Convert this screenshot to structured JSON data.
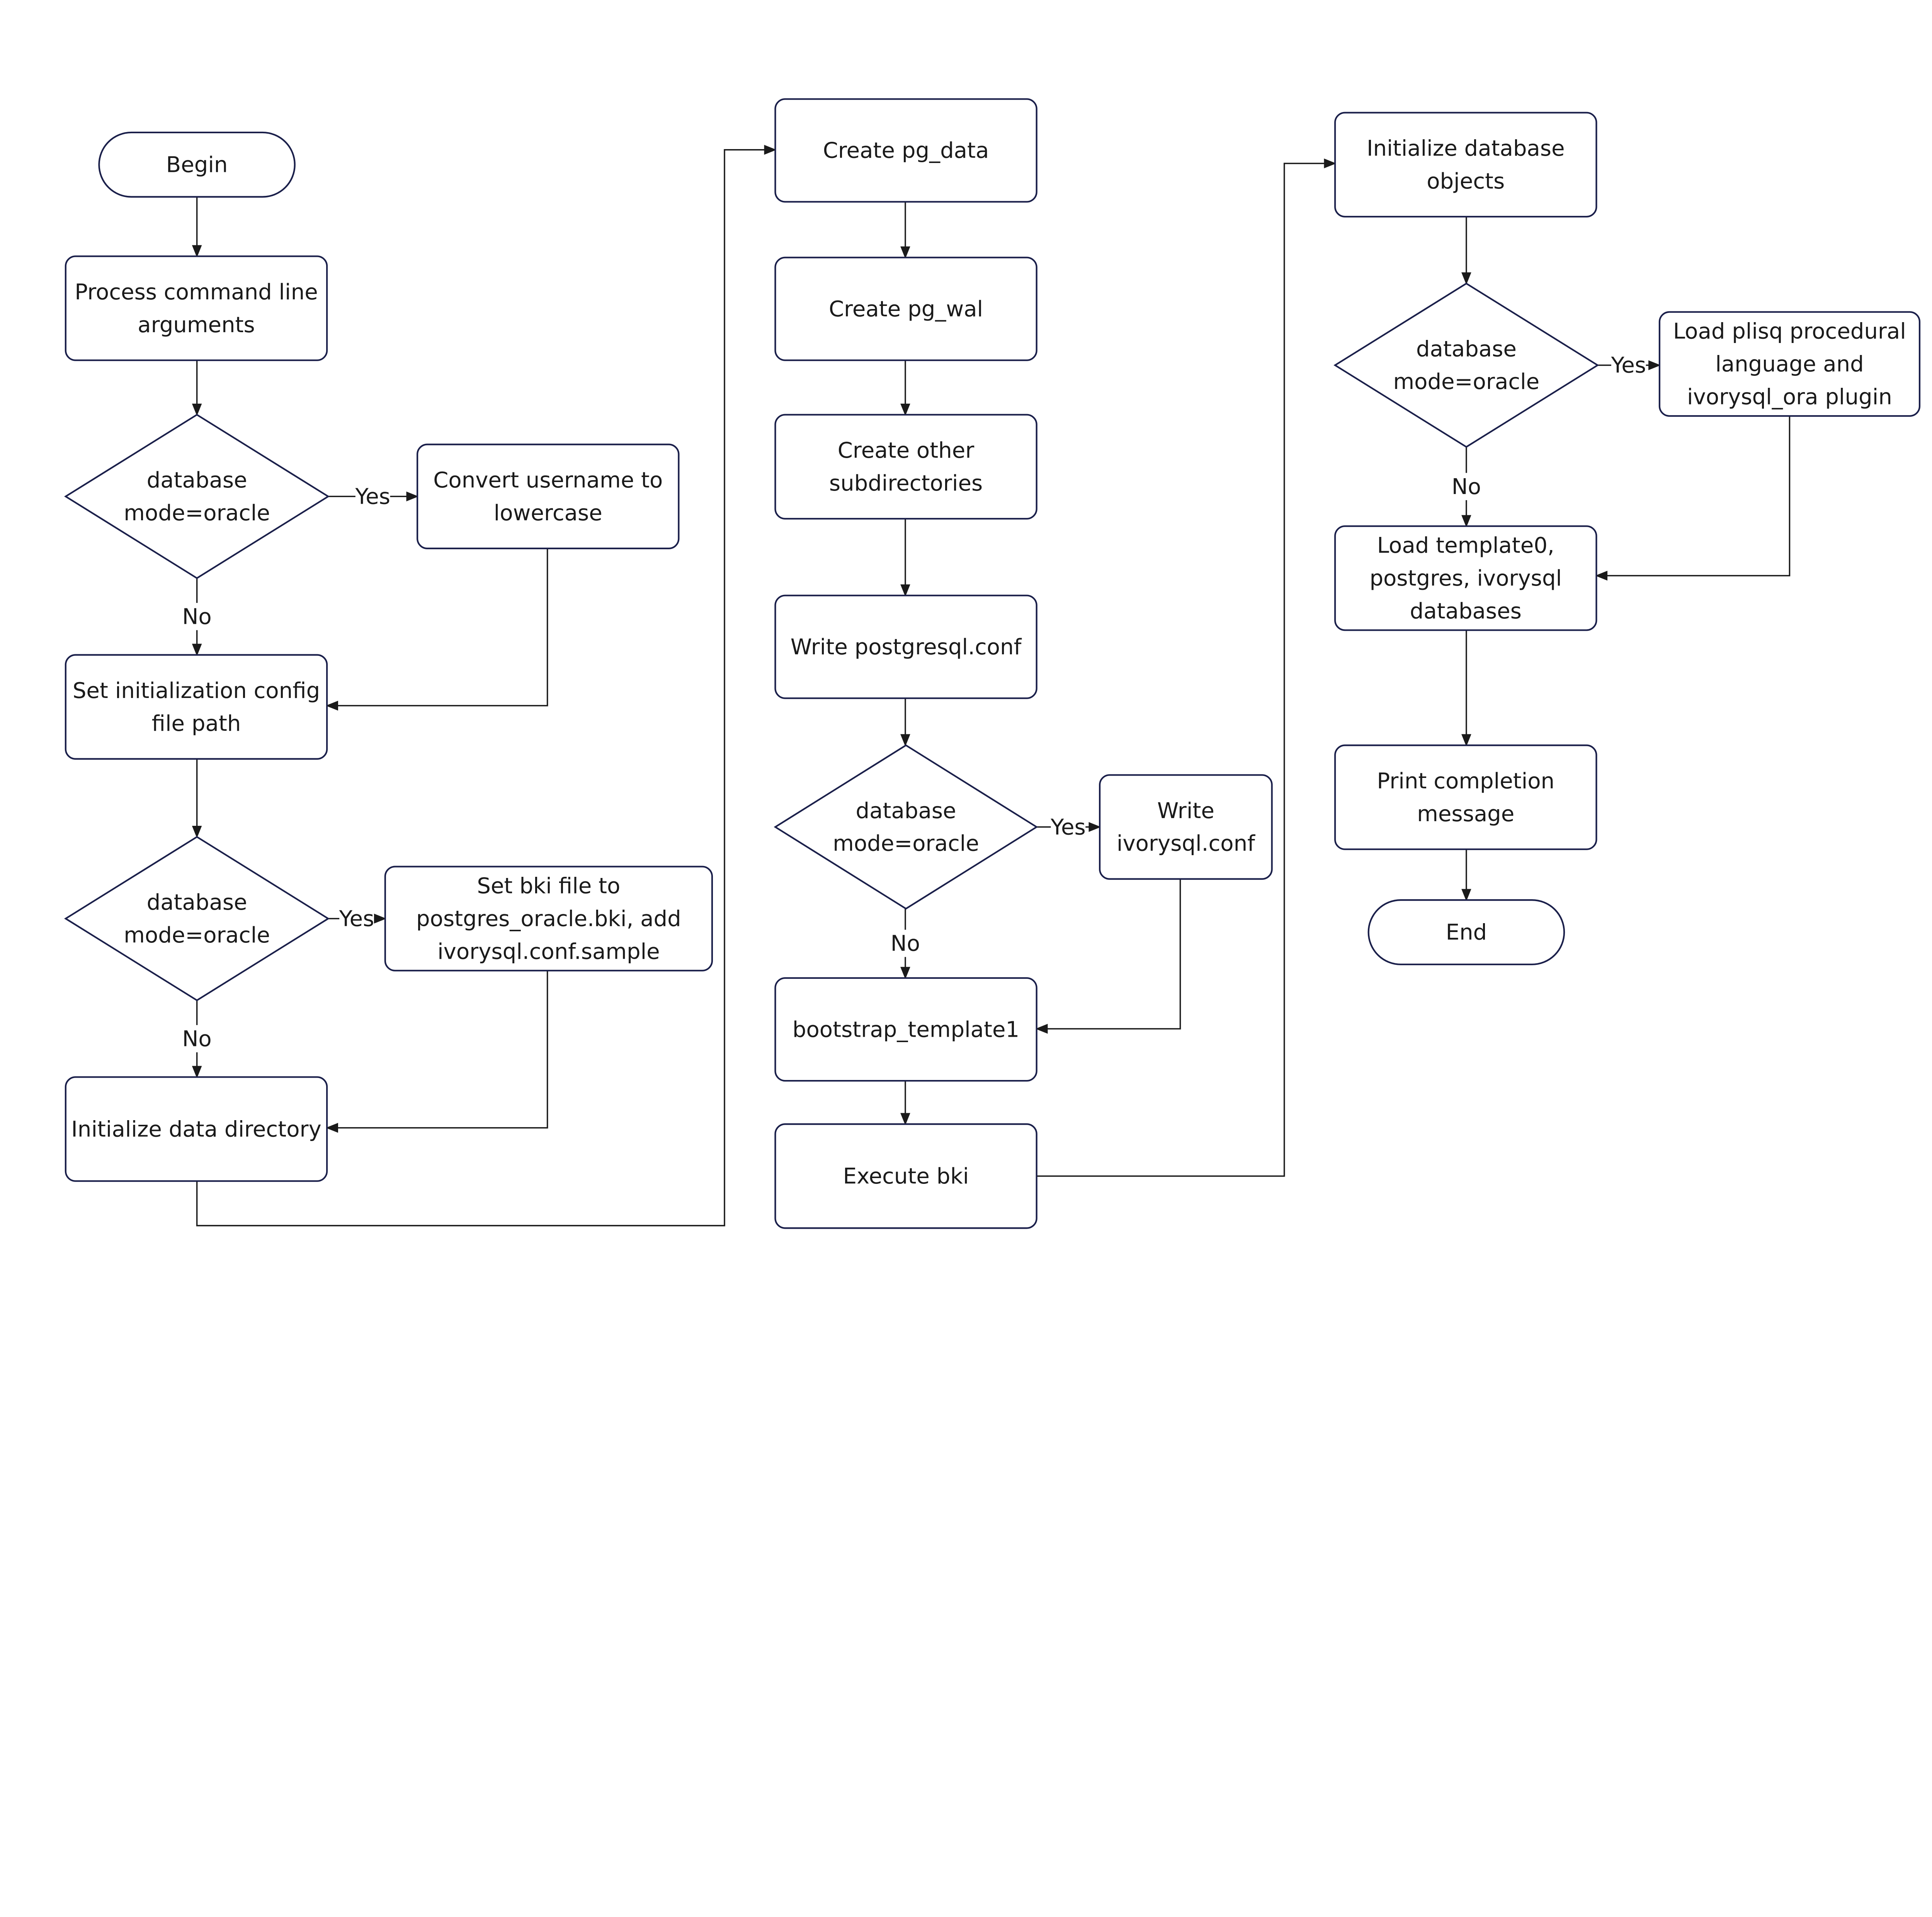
{
  "colors": {
    "shape_stroke": "#1a1f4a",
    "edge": "#1a1a1a",
    "background": "#ffffff"
  },
  "nodes": {
    "begin": {
      "type": "terminal",
      "lines": [
        "Begin"
      ]
    },
    "process_args": {
      "type": "process",
      "lines": [
        "Process command line",
        "arguments"
      ]
    },
    "decision1": {
      "type": "decision",
      "lines": [
        "database",
        "mode=oracle"
      ]
    },
    "convert_username": {
      "type": "process",
      "lines": [
        "Convert username to",
        "lowercase"
      ]
    },
    "set_config_path": {
      "type": "process",
      "lines": [
        "Set initialization config",
        "file path"
      ]
    },
    "decision2": {
      "type": "decision",
      "lines": [
        "database",
        "mode=oracle"
      ]
    },
    "set_bki": {
      "type": "process",
      "lines": [
        "Set bki file to",
        "postgres_oracle.bki, add",
        "ivorysql.conf.sample"
      ]
    },
    "init_data_dir": {
      "type": "process",
      "lines": [
        "Initialize data directory"
      ]
    },
    "create_pg_data": {
      "type": "process",
      "lines": [
        "Create pg_data"
      ]
    },
    "create_pg_wal": {
      "type": "process",
      "lines": [
        "Create pg_wal"
      ]
    },
    "create_subdirs": {
      "type": "process",
      "lines": [
        "Create other",
        "subdirectories"
      ]
    },
    "write_postgresql_conf": {
      "type": "process",
      "lines": [
        "Write postgresql.conf"
      ]
    },
    "decision3": {
      "type": "decision",
      "lines": [
        "database",
        "mode=oracle"
      ]
    },
    "write_ivorysql_conf": {
      "type": "process",
      "lines": [
        "Write",
        "ivorysql.conf"
      ]
    },
    "bootstrap_template1": {
      "type": "process",
      "lines": [
        "bootstrap_template1"
      ]
    },
    "execute_bki": {
      "type": "process",
      "lines": [
        "Execute bki"
      ]
    },
    "init_db_objects": {
      "type": "process",
      "lines": [
        "Initialize database",
        "objects"
      ]
    },
    "decision4": {
      "type": "decision",
      "lines": [
        "database",
        "mode=oracle"
      ]
    },
    "load_plisq": {
      "type": "process",
      "lines": [
        "Load plisq procedural",
        "language and",
        "ivorysql_ora plugin"
      ]
    },
    "load_templates": {
      "type": "process",
      "lines": [
        "Load template0,",
        "postgres, ivorysql",
        "databases"
      ]
    },
    "print_completion": {
      "type": "process",
      "lines": [
        "Print completion",
        "message"
      ]
    },
    "end": {
      "type": "terminal",
      "lines": [
        "End"
      ]
    }
  },
  "edges": [
    {
      "from": "begin",
      "to": "process_args",
      "label": ""
    },
    {
      "from": "process_args",
      "to": "decision1",
      "label": ""
    },
    {
      "from": "decision1",
      "to": "convert_username",
      "label": "Yes"
    },
    {
      "from": "decision1",
      "to": "set_config_path",
      "label": "No"
    },
    {
      "from": "convert_username",
      "to": "set_config_path",
      "label": ""
    },
    {
      "from": "set_config_path",
      "to": "decision2",
      "label": ""
    },
    {
      "from": "decision2",
      "to": "set_bki",
      "label": "Yes"
    },
    {
      "from": "decision2",
      "to": "init_data_dir",
      "label": "No"
    },
    {
      "from": "set_bki",
      "to": "init_data_dir",
      "label": ""
    },
    {
      "from": "init_data_dir",
      "to": "create_pg_data",
      "label": ""
    },
    {
      "from": "create_pg_data",
      "to": "create_pg_wal",
      "label": ""
    },
    {
      "from": "create_pg_wal",
      "to": "create_subdirs",
      "label": ""
    },
    {
      "from": "create_subdirs",
      "to": "write_postgresql_conf",
      "label": ""
    },
    {
      "from": "write_postgresql_conf",
      "to": "decision3",
      "label": ""
    },
    {
      "from": "decision3",
      "to": "write_ivorysql_conf",
      "label": "Yes"
    },
    {
      "from": "decision3",
      "to": "bootstrap_template1",
      "label": "No"
    },
    {
      "from": "write_ivorysql_conf",
      "to": "bootstrap_template1",
      "label": ""
    },
    {
      "from": "bootstrap_template1",
      "to": "execute_bki",
      "label": ""
    },
    {
      "from": "execute_bki",
      "to": "init_db_objects",
      "label": ""
    },
    {
      "from": "init_db_objects",
      "to": "decision4",
      "label": ""
    },
    {
      "from": "decision4",
      "to": "load_plisq",
      "label": "Yes"
    },
    {
      "from": "decision4",
      "to": "load_templates",
      "label": "No"
    },
    {
      "from": "load_plisq",
      "to": "load_templates",
      "label": ""
    },
    {
      "from": "load_templates",
      "to": "print_completion",
      "label": ""
    },
    {
      "from": "print_completion",
      "to": "end",
      "label": ""
    }
  ]
}
